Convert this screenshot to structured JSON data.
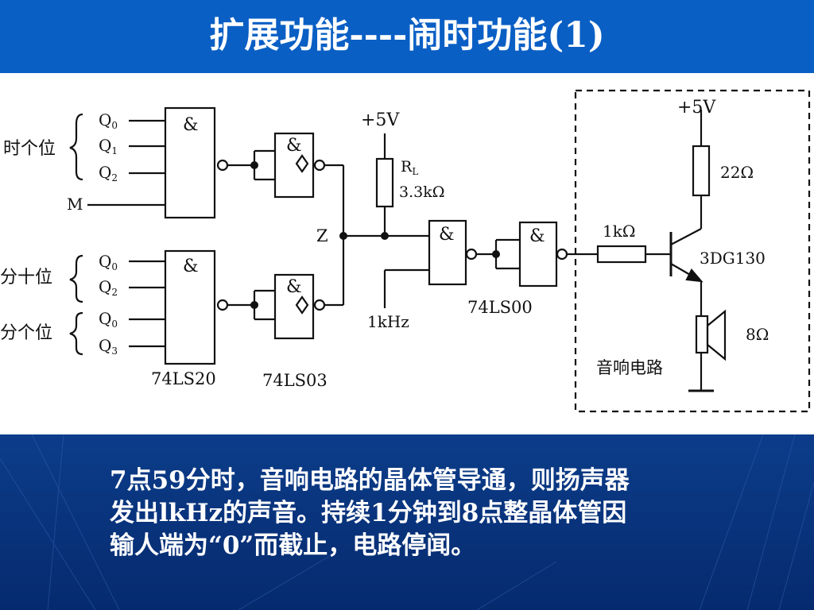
{
  "title": "扩展功能----闹时功能(1)",
  "diagram": {
    "group_hour_units": "时个位",
    "group_minute_tens": "分十位",
    "group_minute_units": "分个位",
    "q0": "Q",
    "q0_sub": "0",
    "q1": "Q",
    "q1_sub": "1",
    "q2": "Q",
    "q2_sub": "2",
    "q3": "Q",
    "q3_sub": "3",
    "m_input": "M",
    "and_symbol": "&",
    "chip_74ls20": "74LS20",
    "chip_74ls03": "74LS03",
    "chip_74ls00": "74LS00",
    "node_z": "Z",
    "supply_left": "+5V",
    "supply_right": "+5V",
    "rl_label": "R",
    "rl_sub": "L",
    "rl_value": "3.3kΩ",
    "freq_input": "1kHz",
    "base_resistor": "1kΩ",
    "collector_resistor": "22Ω",
    "transistor": "3DG130",
    "speaker": "8Ω",
    "sound_circuit": "音响电路"
  },
  "caption_lines": [
    "7点59分时，音响电路的晶体管导通，则扬声器",
    "发出lkHz的声音。持续1分钟到8点整晶体管因",
    "输人端为“0”而截止，电路停闻。"
  ]
}
